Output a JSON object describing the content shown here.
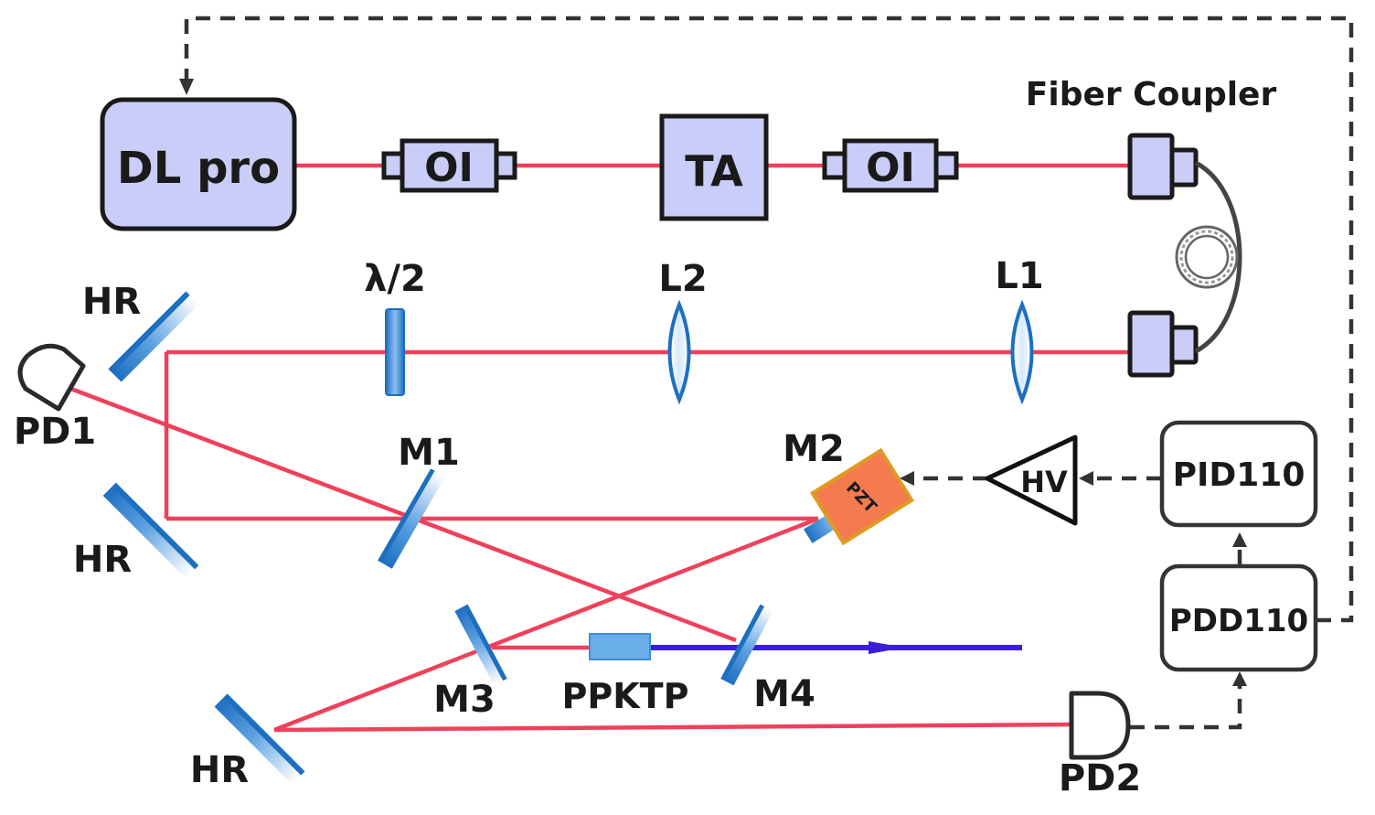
{
  "labels": {
    "dl_pro": "DL pro",
    "oi_1": "OI",
    "ta": "TA",
    "oi_2": "OI",
    "fiber_coupler": "Fiber Coupler",
    "half_wave": "λ/2",
    "l2": "L2",
    "l1": "L1",
    "hr_top": "HR",
    "pd1": "PD1",
    "hr_mid": "HR",
    "m1": "M1",
    "m2": "M2",
    "pzt": "PZT",
    "hv": "HV",
    "pid110": "PID110",
    "pdd110": "PDD110",
    "m3": "M3",
    "ppktp": "PPKTP",
    "m4": "M4",
    "hr_bottom": "HR",
    "pd2": "PD2"
  },
  "colors": {
    "beam_fundamental": "#f0405a",
    "beam_sh": "#3a1fd6",
    "box_fill": "#c9cdf7",
    "pzt_fill": "#f47a50",
    "mirror_blue": "#1d6fc0",
    "ppktp_fill": "#6aaeea",
    "dashed_line": "#333333"
  }
}
